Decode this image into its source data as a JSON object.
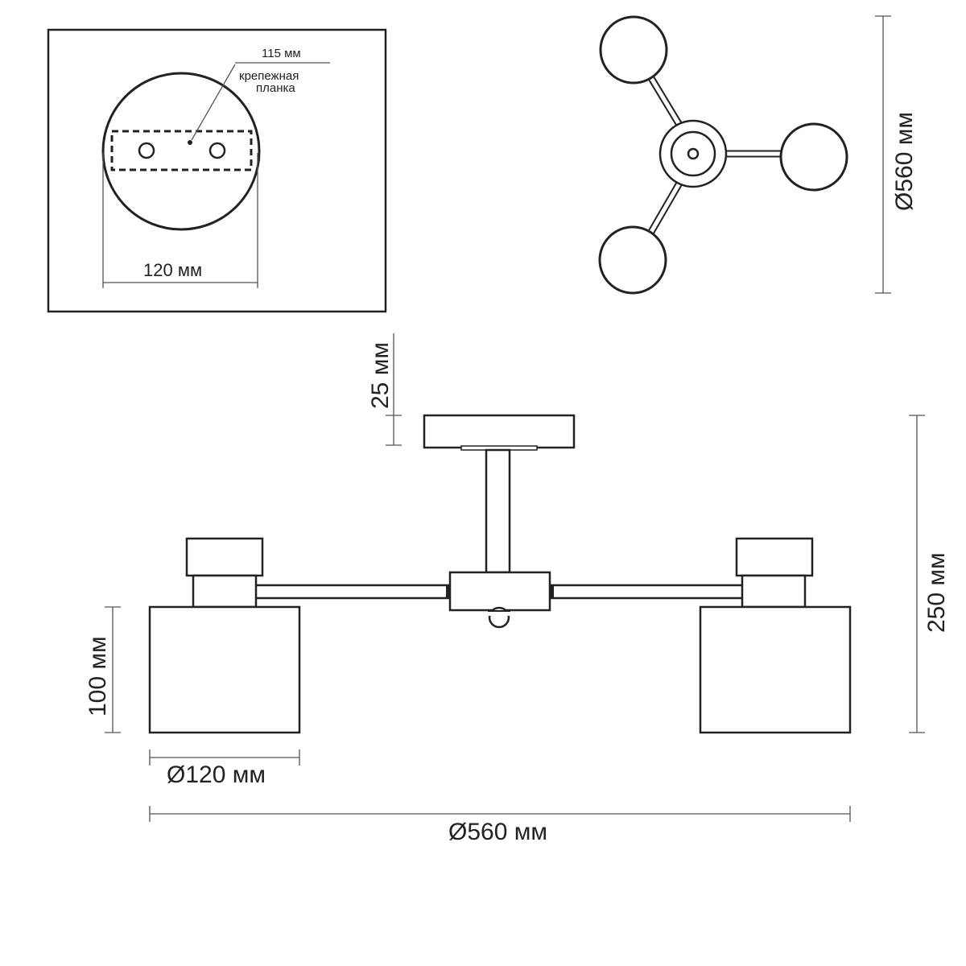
{
  "mount_detail": {
    "plate_length": "115 мм",
    "plate_name_line1": "крепежная",
    "plate_name_line2": "планка",
    "canopy_diameter": "120 мм"
  },
  "top_view": {
    "overall_diameter": "Ø560 мм"
  },
  "side_view": {
    "canopy_height": "25 мм",
    "total_height": "250 мм",
    "shade_height": "100 мм",
    "shade_diameter": "Ø120 мм",
    "overall_width": "Ø560 мм"
  }
}
